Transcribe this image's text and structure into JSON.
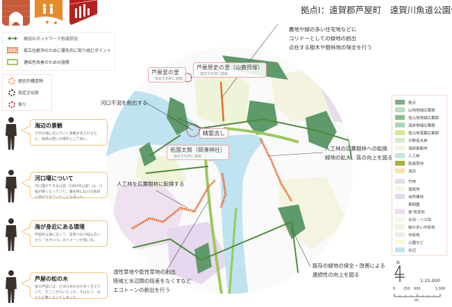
{
  "title": "拠点Ⅰ：遠賀郡芦屋町　遠賀川魚道公園付近",
  "icons": [
    "bridge-icon",
    "people-icon",
    "festival-icon"
  ],
  "legend_network": [
    {
      "label": "現況のネットワーク形成状況",
      "kind": "arrow"
    },
    {
      "label": "孤立化解消のために優先的に取り組むポイント",
      "kind": "orange-box"
    },
    {
      "label": "連結性改善のための施策",
      "kind": "green-box"
    }
  ],
  "legend_heritage": [
    {
      "label": "歴史的構造物",
      "color": "#f08a3a"
    },
    {
      "label": "指定文化財",
      "color": "#5a2a1a"
    },
    {
      "label": "祭り",
      "color": "#d0202a"
    }
  ],
  "callouts": [
    {
      "title": "海辺の景観",
      "body": "夕日が海に沈んでいく景観が見られるなど、海岸は憩いの場所として良い。"
    },
    {
      "title": "河口堰について",
      "body": "河口堰ができる以前（1983年以前）は、川幅が狭くなっていて、満水時には川の両岸に岸ができていたこともあった。"
    },
    {
      "title": "海が身近にある環境",
      "body": "芦屋町は海に近くて、遠賀川の川幅も広いから「大きい川」のイメージが強いね。"
    },
    {
      "title": "芦屋の松の木",
      "body": "昔の芦屋には、立派な松の木が多く生えていて、すごくきれいだった。今はもう、ほとんど無くなってしまった。"
    }
  ],
  "annotations": {
    "corridor": [
      "農地や緑の多い住宅地などに",
      "コリドーとしての緑地の創出",
      "点在する樹木や樹林地の保全を行う"
    ],
    "tidal_flat": "河口干潟を創出する",
    "broadleaf_right": [
      "人工林の広葉樹林への転換",
      "緑地の拡大、質の向上を図る"
    ],
    "broadleaf_left": "人工林を広葉樹林に転換する",
    "grassland": [
      "湿性草地や乾性草地の創出",
      "陸域と水辺間の段差をなくすなど",
      "エコトーンの創出を行う"
    ],
    "conserve": [
      "既存の緑地の保全・改善による",
      "連続性の向上を図る"
    ]
  },
  "places": {
    "ashiya_kama": {
      "name": "芦屋釜の里",
      "sub": "・指定文化財に登録"
    },
    "ashiya_history": {
      "name": "芦屋歴史の里（山鹿貝塚）",
      "sub": "・指定文化財に登録"
    },
    "shoryo": {
      "name": "精霊流し"
    },
    "gion": {
      "name": "祇園太鼓（岡湊神社）",
      "sub": "・指定文化財に登録"
    }
  },
  "landcover_legend": [
    {
      "label": "拠点",
      "color": "#7fae8a"
    },
    {
      "label": "山地常緑広葉樹",
      "color": "#b9dcc0"
    },
    {
      "label": "低山地常緑広葉樹",
      "color": "#86c48a"
    },
    {
      "label": "海岸常緑広葉樹",
      "color": "#a9d4b4"
    },
    {
      "label": "低山地落葉広葉樹",
      "color": "#d8e88a"
    },
    {
      "label": "平野低木林",
      "color": "#d6ecc6"
    },
    {
      "label": "海岸風衝地",
      "color": "#f2f6dc"
    },
    {
      "label": "人工林",
      "color": "#c2e6dc"
    },
    {
      "label": "乾燥草地",
      "color": "#aeb03a"
    },
    {
      "label": "海浜",
      "color": "#fbe3b0"
    },
    {
      "label": "竹林",
      "color": "#e6dcee"
    },
    {
      "label": "造成地",
      "color": "#f6f6e2"
    },
    {
      "label": "自然裸地",
      "color": "#e4d6ee"
    },
    {
      "label": "果樹園",
      "color": "#fdfdf6"
    },
    {
      "label": "畑 牧草地",
      "color": "#eedcf0"
    },
    {
      "label": "水田・ハス田",
      "color": "#f6f8e4"
    },
    {
      "label": "緑の多い市街地",
      "color": "#eef4e0"
    },
    {
      "label": "市街地",
      "color": "#ececec"
    },
    {
      "label": "公園など",
      "color": "#fafad6"
    },
    {
      "label": "水辺",
      "color": "#c2e4f0"
    }
  ],
  "north": "N",
  "scale": {
    "ratio": "1:25,000",
    "ticks": [
      "0",
      "250",
      "500",
      "1,000"
    ],
    "unit": "m"
  },
  "colors": {
    "river": "#bfe3f0",
    "arrow": "#4e8a3a",
    "priority": "#e8692c",
    "link": "#9cc85a"
  }
}
